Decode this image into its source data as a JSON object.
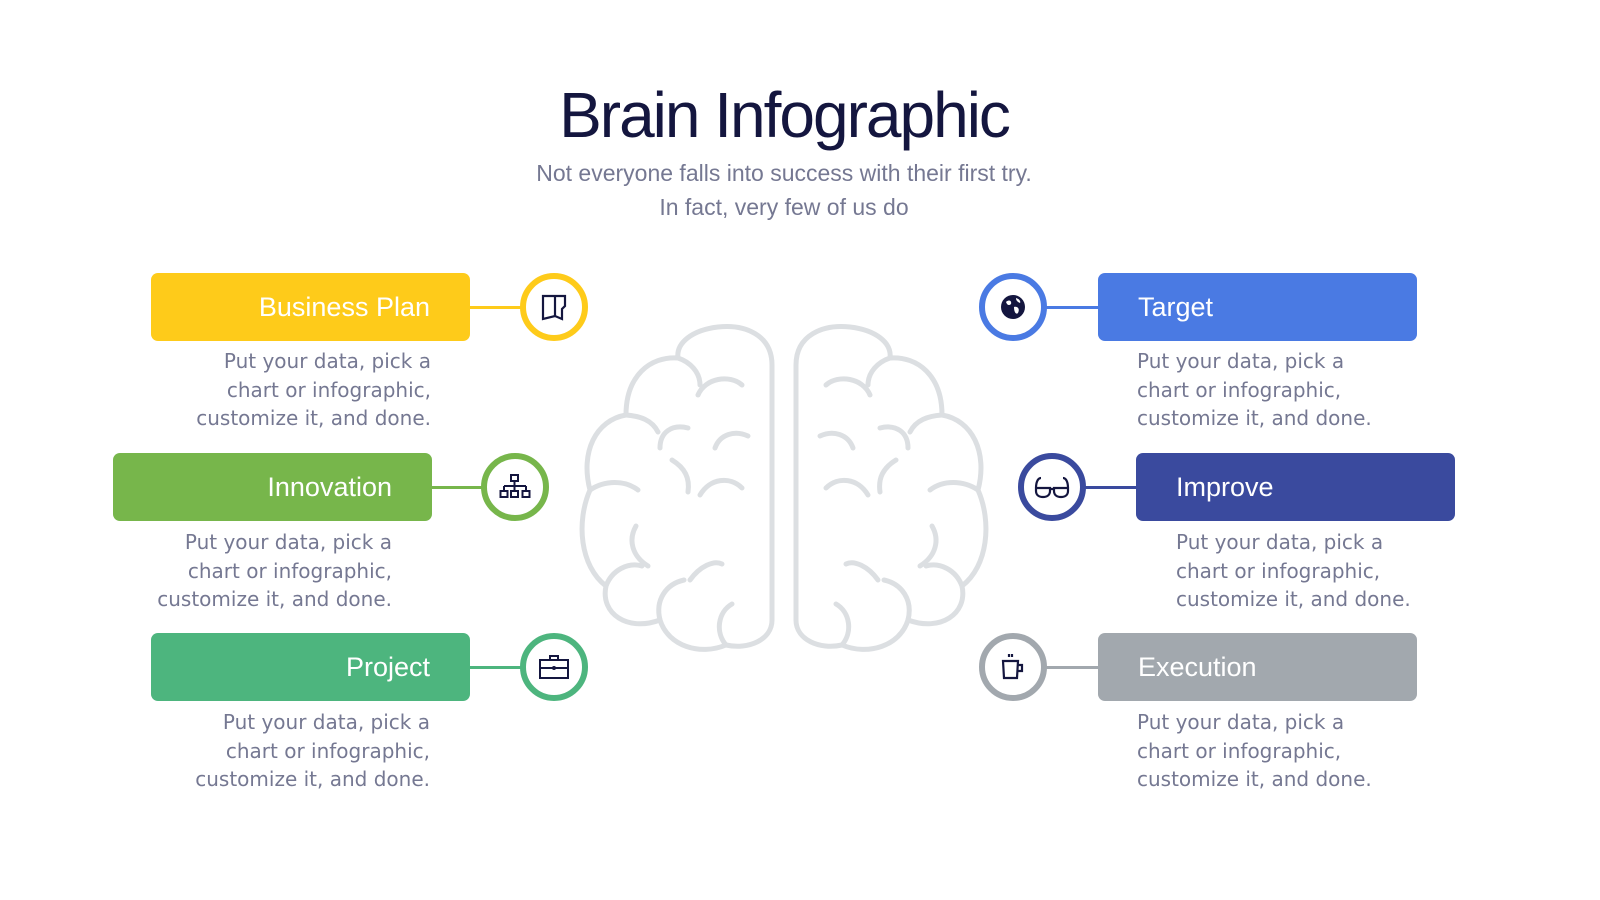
{
  "title": "Brain Infographic",
  "subtitle": [
    "Not everyone falls into success with their first try.",
    "In fact, very few of us do"
  ],
  "items": [
    {
      "label": "Business Plan",
      "icon": "door-icon",
      "color": "#fecb1a",
      "desc": [
        "Put your data, pick a",
        "chart or infographic,",
        "customize it, and done."
      ]
    },
    {
      "label": "Innovation",
      "icon": "hierarchy-icon",
      "color": "#77b64b",
      "desc": [
        "Put your data, pick a",
        "chart or infographic,",
        "customize it, and done."
      ]
    },
    {
      "label": "Project",
      "icon": "briefcase-icon",
      "color": "#4db57e",
      "desc": [
        "Put your data, pick a",
        "chart or infographic,",
        "customize it, and done."
      ]
    },
    {
      "label": "Target",
      "icon": "globe-icon",
      "color": "#4a7ae3",
      "desc": [
        "Put your data, pick a",
        "chart or infographic,",
        "customize it, and done."
      ]
    },
    {
      "label": "Improve",
      "icon": "glasses-icon",
      "color": "#3a4a9e",
      "desc": [
        "Put your data, pick a",
        "chart or infographic,",
        "customize it, and done."
      ]
    },
    {
      "label": "Execution",
      "icon": "mug-icon",
      "color": "#a2a8ae",
      "desc": [
        "Put your data, pick a",
        "chart or infographic,",
        "customize it, and done."
      ]
    }
  ]
}
